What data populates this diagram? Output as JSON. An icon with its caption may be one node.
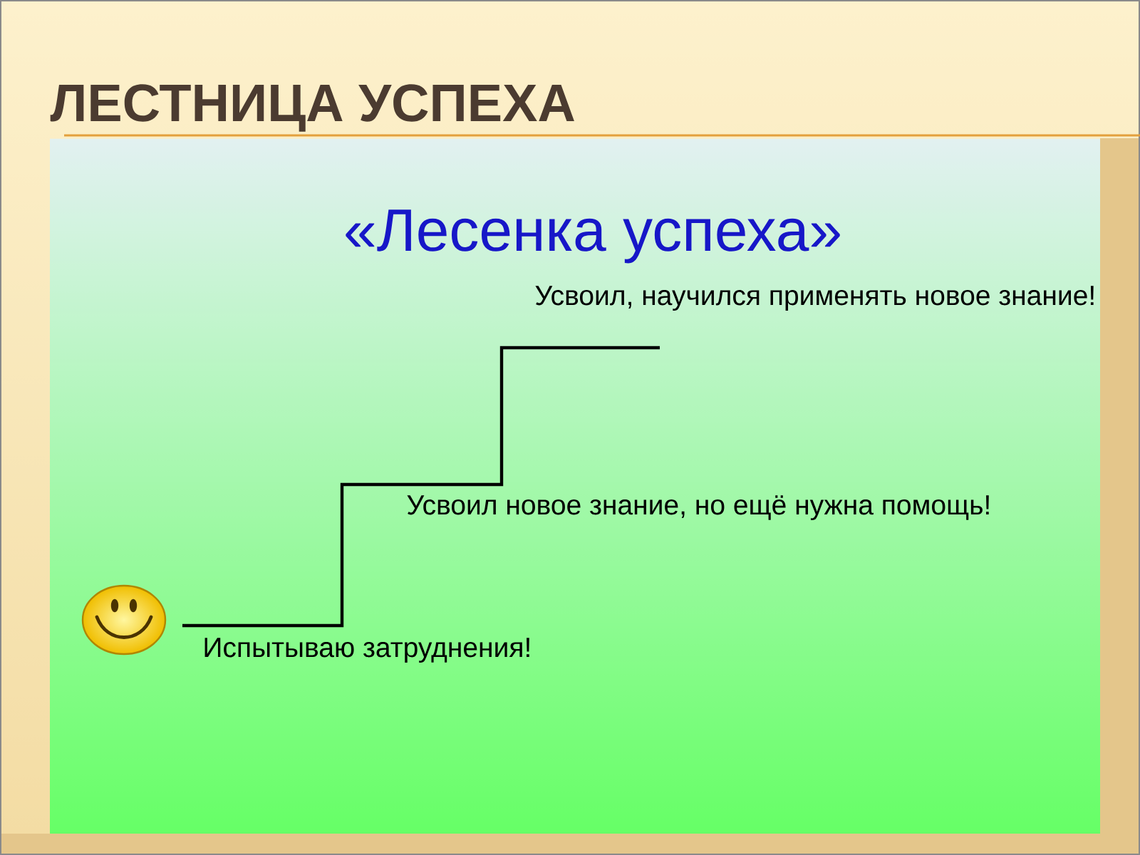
{
  "diagram": {
    "title": "ЛЕСТНИЦА УСПЕХА",
    "labels": [
      "«Лесенка успеха»",
      "Усвоил, научился применять новое знание!",
      "Усвоил новое знание, но ещё нужна помощь!",
      "Испытываю затруднения!"
    ]
  }
}
